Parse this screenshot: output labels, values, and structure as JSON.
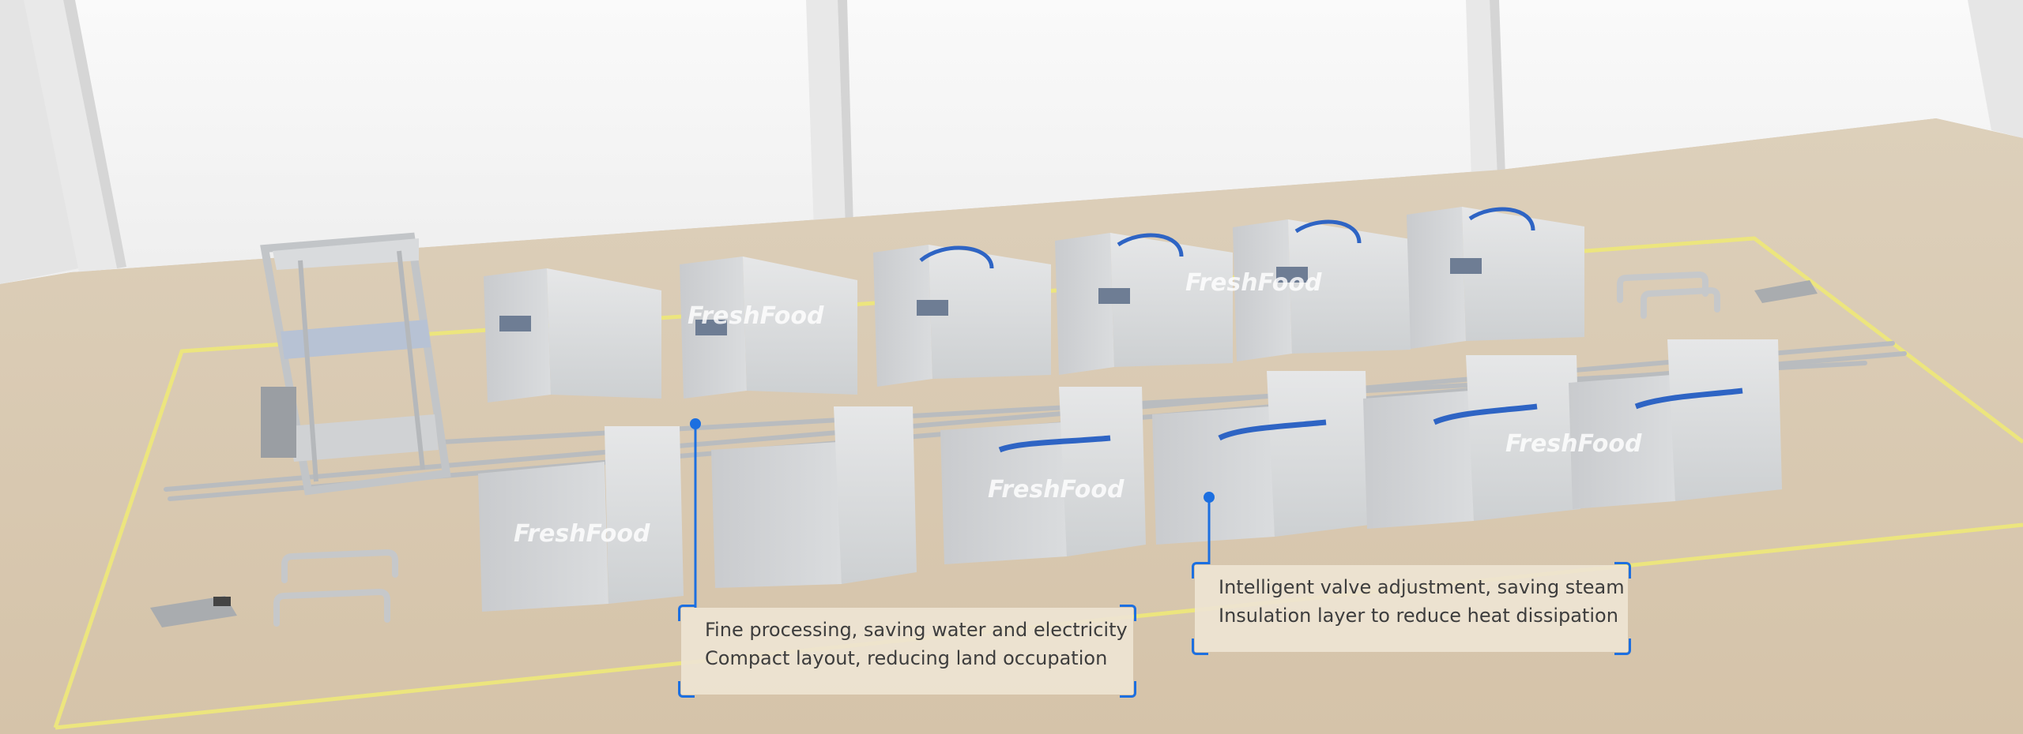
{
  "brand": {
    "watermark": "FreshFood"
  },
  "callouts": [
    {
      "lines": [
        "Fine processing, saving water and electricity",
        "Compact layout, reducing land occupation"
      ]
    },
    {
      "lines": [
        "Intelligent valve adjustment, saving steam",
        "Insulation layer to reduce heat dissipation"
      ]
    }
  ],
  "colors": {
    "floor": "#d7c6ae",
    "wall": "#f2f2f2",
    "accent": "#1c6fe0",
    "safety_line": "#ece57e",
    "machine": "#cfd1d3",
    "pipe": "#2e64c4"
  }
}
